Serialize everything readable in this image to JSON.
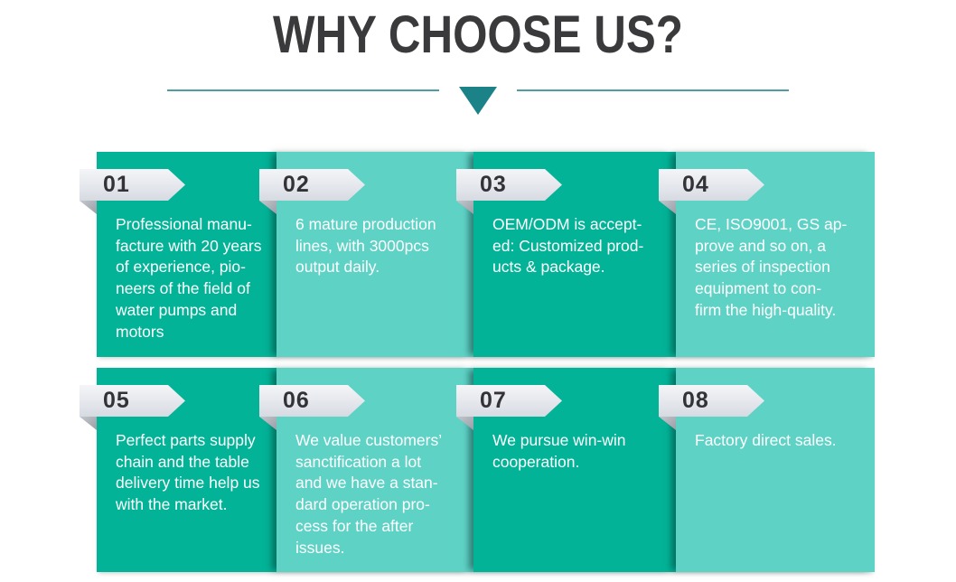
{
  "header": {
    "title": "WHY CHOOSE US?"
  },
  "colors": {
    "card_dark": "#03b397",
    "card_light": "#5fd2c6",
    "accent_triangle": "#1b8387",
    "divider_line": "#4e9da2",
    "badge_bg": "#e0e3e9",
    "badge_fold": "#9a9ea6",
    "title_text": "#3a3a3c",
    "card_text": "#ffffff"
  },
  "icons": {
    "down_triangle": "down-triangle-icon"
  },
  "cards": [
    {
      "number": "01",
      "tone": "dark",
      "text": "Professional manu-\nfacture with 20 years\nof experience, pio-\nneers of the field of\nwater pumps and\nmotors"
    },
    {
      "number": "02",
      "tone": "light",
      "text": "6 mature production\nlines, with 3000pcs\noutput daily."
    },
    {
      "number": "03",
      "tone": "dark",
      "text": "OEM/ODM is accept-\ned: Customized prod-\nucts & package."
    },
    {
      "number": "04",
      "tone": "light",
      "text": "CE, ISO9001, GS ap-\nprove and so on, a\nseries of inspection\nequipment to con-\nfirm the high-quality."
    },
    {
      "number": "05",
      "tone": "dark",
      "text": "Perfect parts supply\nchain and the table\ndelivery time help us\nwith the market."
    },
    {
      "number": "06",
      "tone": "light",
      "text": "We value customers’\nsanctification a lot\nand we have a stan-\ndard operation pro-\ncess for the after\nissues."
    },
    {
      "number": "07",
      "tone": "dark",
      "text": "We pursue win-win\ncooperation."
    },
    {
      "number": "08",
      "tone": "light",
      "text": "Factory direct sales."
    }
  ]
}
